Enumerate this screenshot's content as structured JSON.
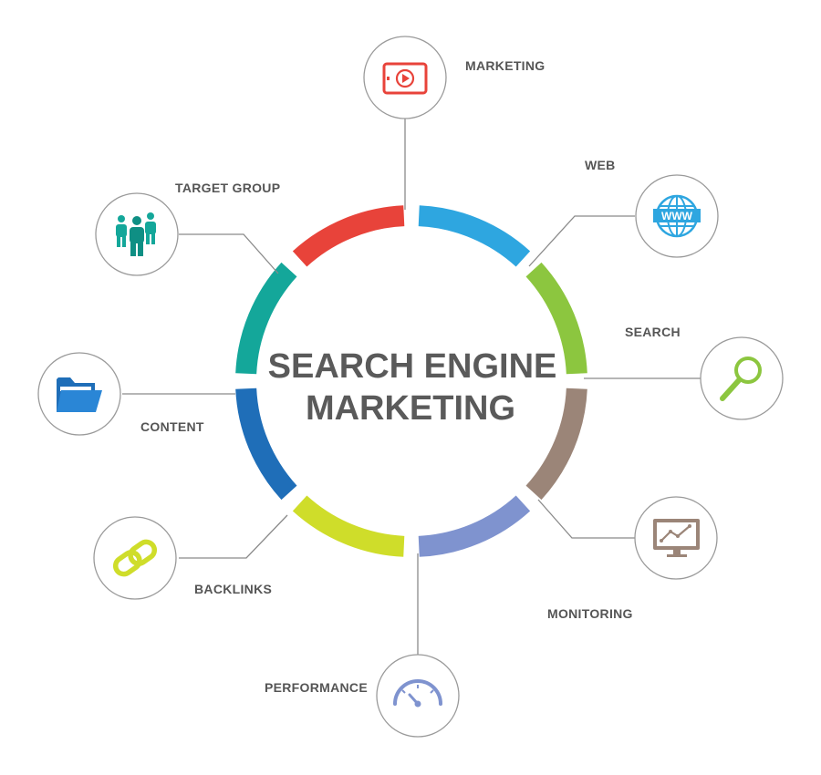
{
  "title": {
    "line1": "SEARCH ENGINE",
    "line2": "MARKETING",
    "color": "#5a5a5a"
  },
  "nodes": [
    {
      "label": "MARKETING",
      "icon": "video-play-icon",
      "color": "#e8433a"
    },
    {
      "label": "WEB",
      "icon": "www-globe-icon",
      "color": "#2ea6e0"
    },
    {
      "label": "SEARCH",
      "icon": "magnifier-icon",
      "color": "#8cc63f"
    },
    {
      "label": "MONITORING",
      "icon": "monitor-chart-icon",
      "color": "#9b8578"
    },
    {
      "label": "PERFORMANCE",
      "icon": "speedometer-icon",
      "color": "#7f93cf"
    },
    {
      "label": "BACKLINKS",
      "icon": "chain-link-icon",
      "color": "#cfdd2a"
    },
    {
      "label": "CONTENT",
      "icon": "folder-icon",
      "color": "#1f6eb8"
    },
    {
      "label": "TARGET GROUP",
      "icon": "people-group-icon",
      "color": "#14a79a"
    }
  ],
  "colors": {
    "line": "#8a8a8a",
    "circle_border": "#9a9a9a",
    "label": "#555555"
  }
}
